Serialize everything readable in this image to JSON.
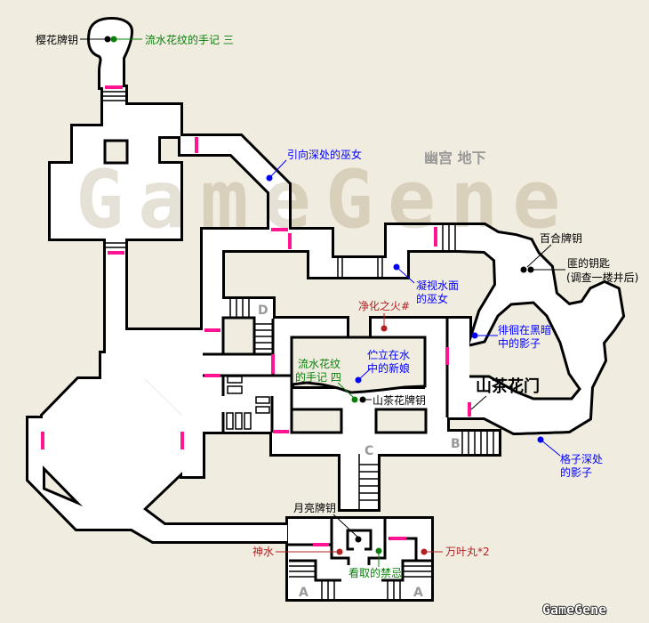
{
  "map": {
    "title": "幽宫 地下",
    "watermark": "GameGene",
    "logo": "GameGene",
    "stair_labels": {
      "a": "A",
      "b": "B",
      "c": "C",
      "d": "D"
    },
    "door_label": "山茶花门"
  },
  "items": {
    "sakura_key": "樱花牌钥",
    "note3": "流水花纹的手记 三",
    "miko_deep": "引向深处的巫女",
    "lily_key": "百合牌钥",
    "bandit_key": "匪的钥匙",
    "bandit_key_note": "(调查一楼井后)",
    "miko_water_1": "凝视水面",
    "miko_water_2": "的巫女",
    "purify_fire": "净化之火#",
    "shadow_dark_1": "徘徊在黑暗",
    "shadow_dark_2": "中的影子",
    "bride_1": "伫立在水",
    "bride_2": "中的新娘",
    "note4_1": "流水花纹",
    "note4_2": "的手记 四",
    "camellia_key": "山茶花牌钥",
    "shadow_grid_1": "格子深处",
    "shadow_grid_2": "的影子",
    "moon_key": "月亮牌钥",
    "holy_water": "神水",
    "manyo_pill": "万叶丸*2",
    "taboo": "看取的禁忌"
  },
  "colors": {
    "door": "#ff1493",
    "key": "#000000",
    "note": "#0a800a",
    "enemy": "#0000ff",
    "item": "#b22222",
    "background": "#f1ece0"
  }
}
